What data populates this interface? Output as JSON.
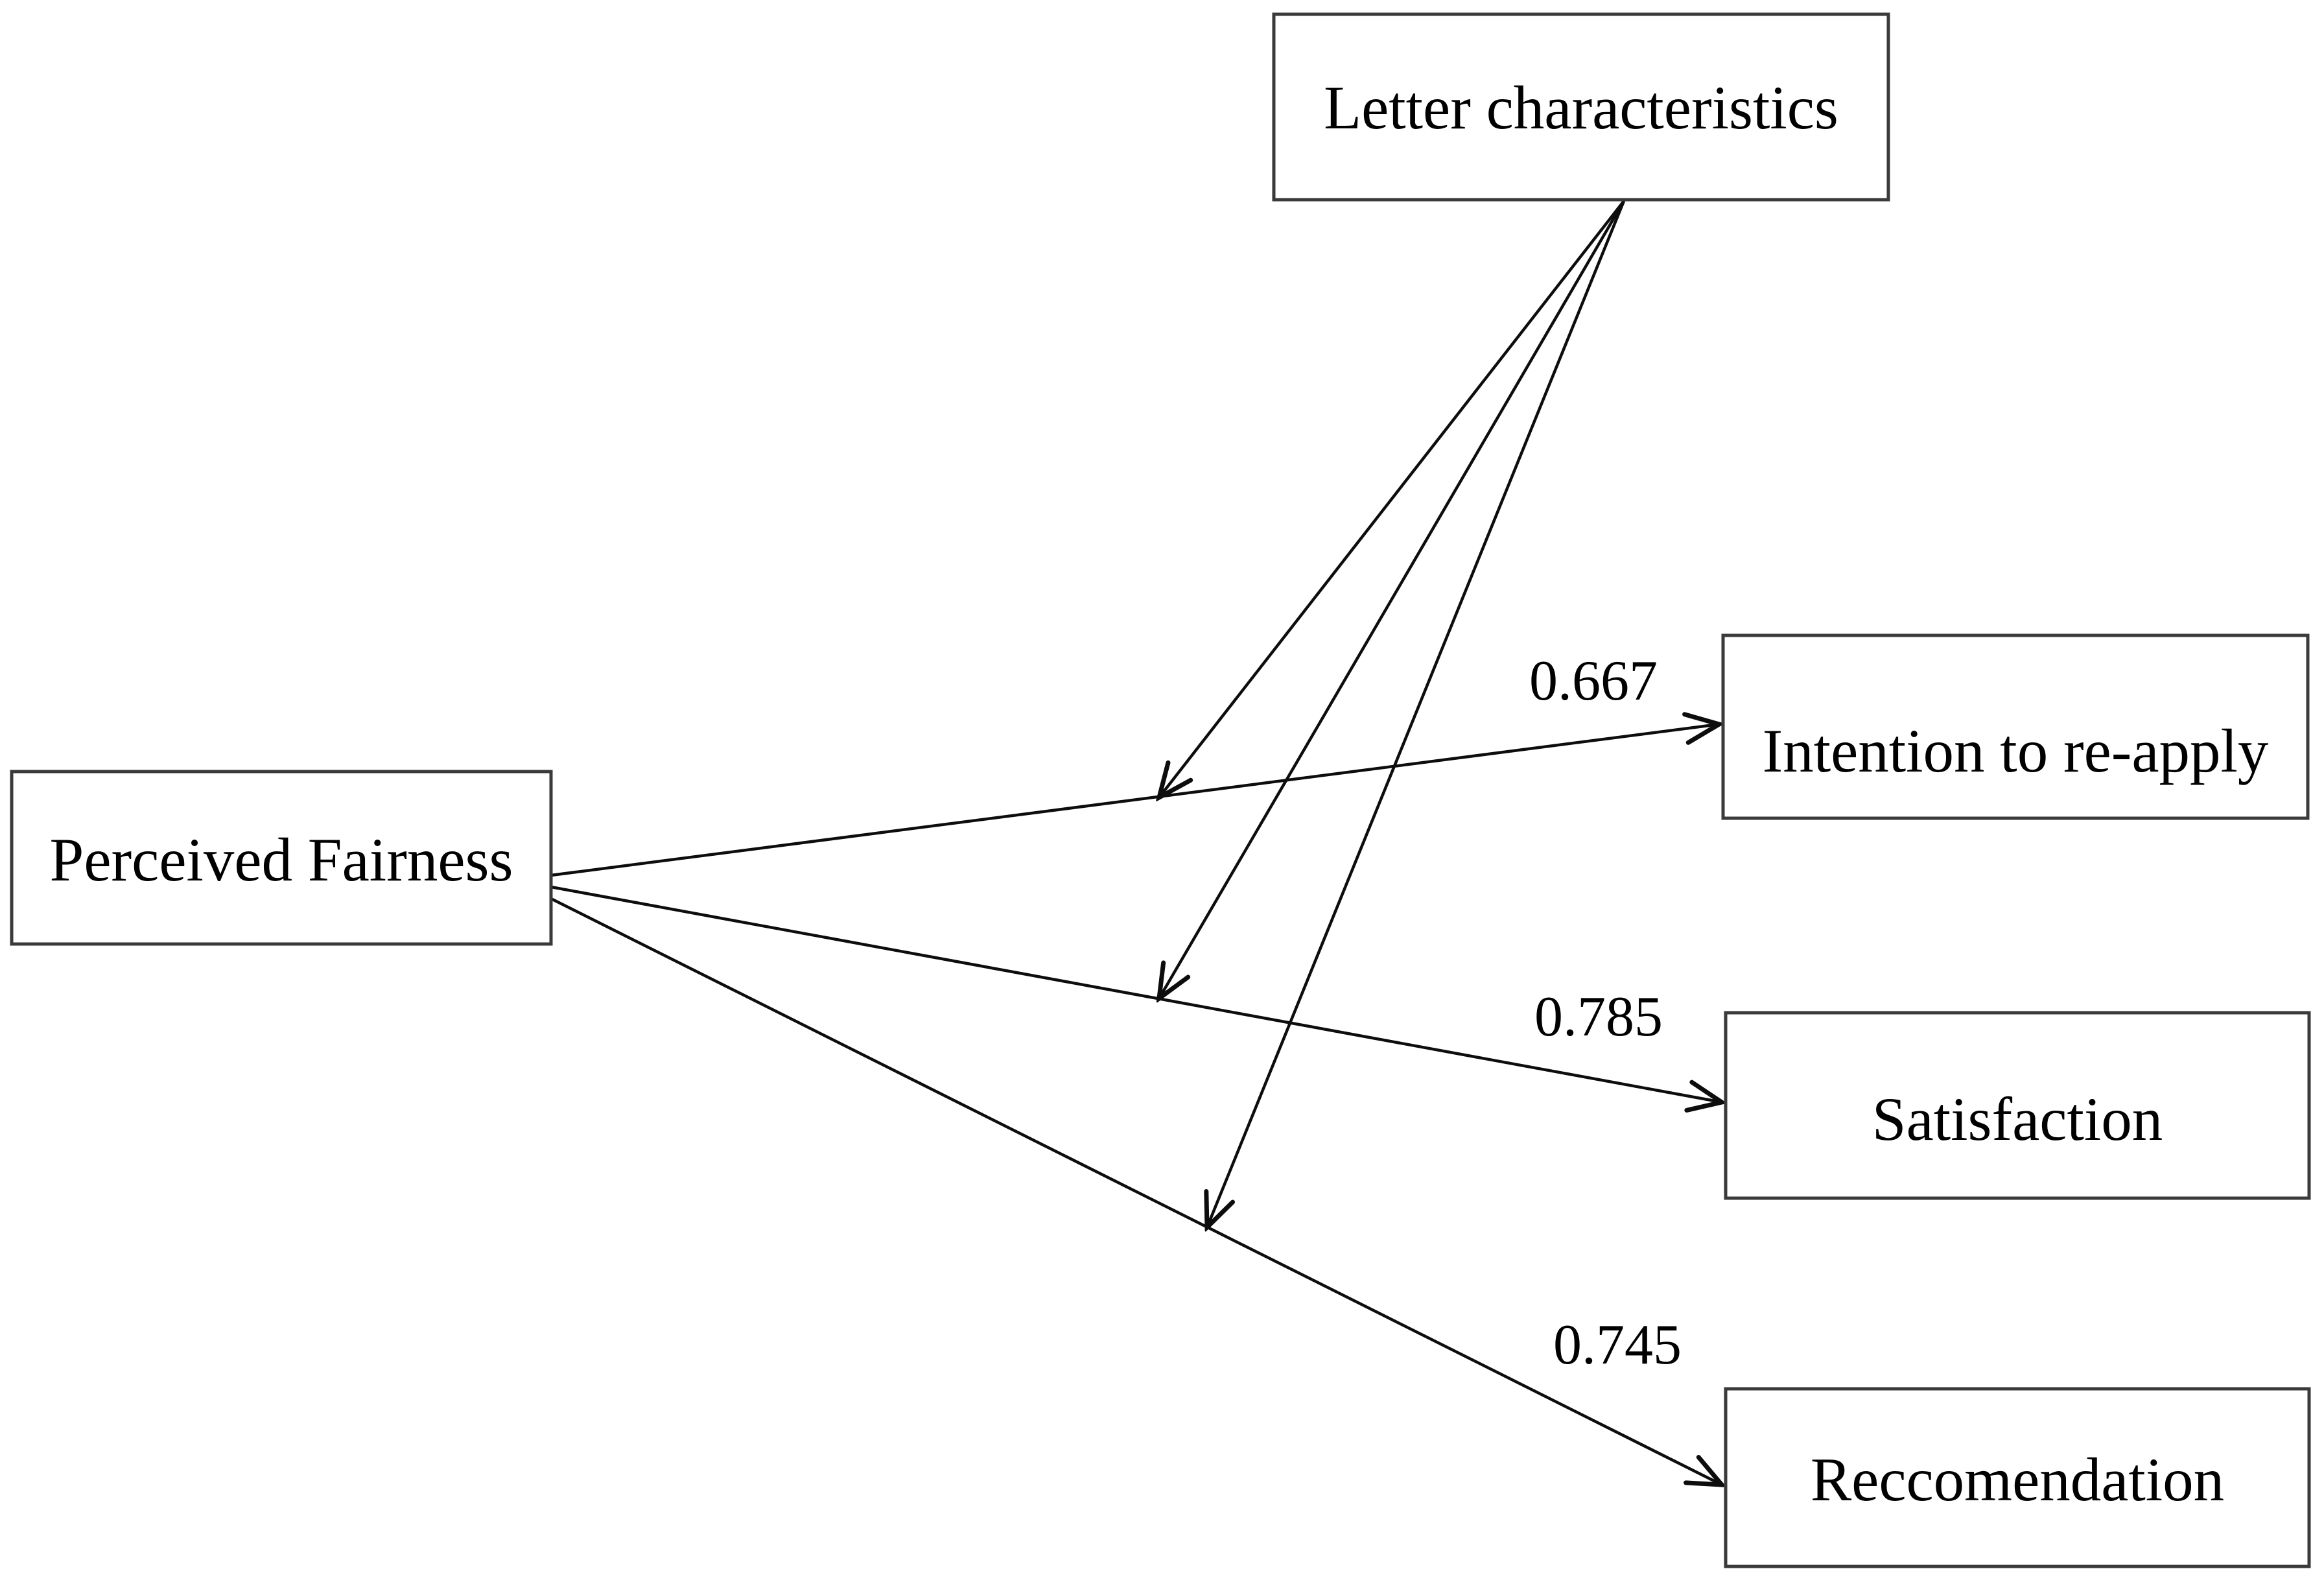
{
  "nodes": {
    "letter_characteristics": {
      "label": "Letter characteristics"
    },
    "perceived_fairness": {
      "label": "Perceived Fairness"
    },
    "intention_to_reapply": {
      "label": "Intention to re-apply"
    },
    "satisfaction": {
      "label": "Satisfaction"
    },
    "recommendation": {
      "label": "Reccomendation"
    }
  },
  "edges": {
    "fairness_to_intention": {
      "source": "Perceived Fairness",
      "target": "Intention to re-apply",
      "coefficient": "0.667"
    },
    "fairness_to_satisfaction": {
      "source": "Perceived Fairness",
      "target": "Satisfaction",
      "coefficient": "0.785"
    },
    "fairness_to_recommendation": {
      "source": "Perceived Fairness",
      "target": "Reccomendation",
      "coefficient": "0.745"
    },
    "letter_to_path_intention": {
      "source": "Letter characteristics",
      "target": "path: Perceived Fairness - Intention to re-apply"
    },
    "letter_to_path_satisfaction": {
      "source": "Letter characteristics",
      "target": "path: Perceived Fairness - Satisfaction"
    },
    "letter_to_path_recommendation": {
      "source": "Letter characteristics",
      "target": "path: Perceived Fairness - Reccomendation"
    }
  },
  "colors": {
    "background": "#ffffff",
    "box_fill": "#ffffff",
    "box_border": "#3a3a3a",
    "arrow": "#0d0d0d",
    "text": "#000000"
  }
}
